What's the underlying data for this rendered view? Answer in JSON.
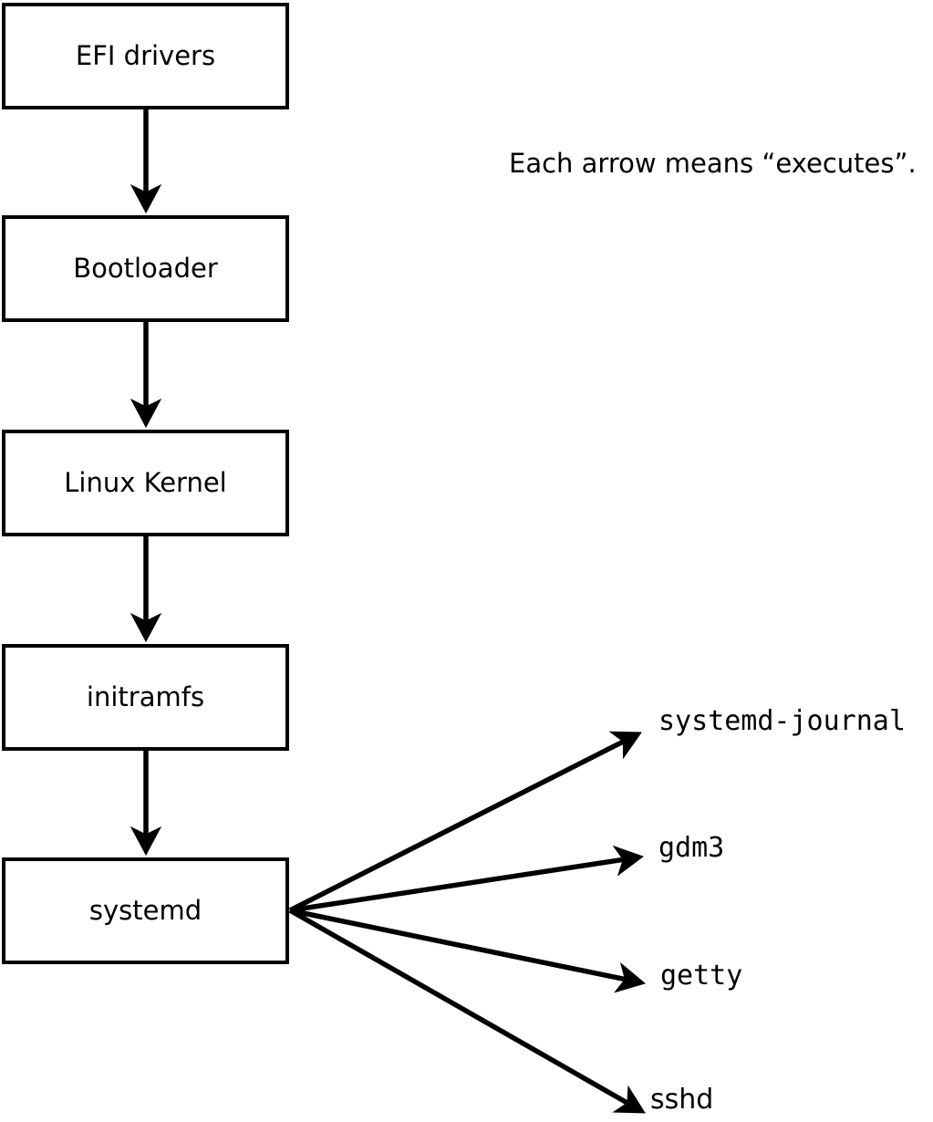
{
  "diagram": {
    "title_note": "Each arrow means “executes”.",
    "arrow_meaning": "executes",
    "chain": [
      {
        "label": "EFI drivers"
      },
      {
        "label": "Bootloader"
      },
      {
        "label": "Linux Kernel"
      },
      {
        "label": "initramfs"
      },
      {
        "label": "systemd"
      }
    ],
    "spawned": [
      {
        "label": "systemd-journal"
      },
      {
        "label": "gdm3"
      },
      {
        "label": "getty"
      },
      {
        "label": "sshd"
      }
    ],
    "colors": {
      "line": "#000000",
      "text": "#000000",
      "box_fill": "#ffffff",
      "background": "#ffffff"
    }
  }
}
